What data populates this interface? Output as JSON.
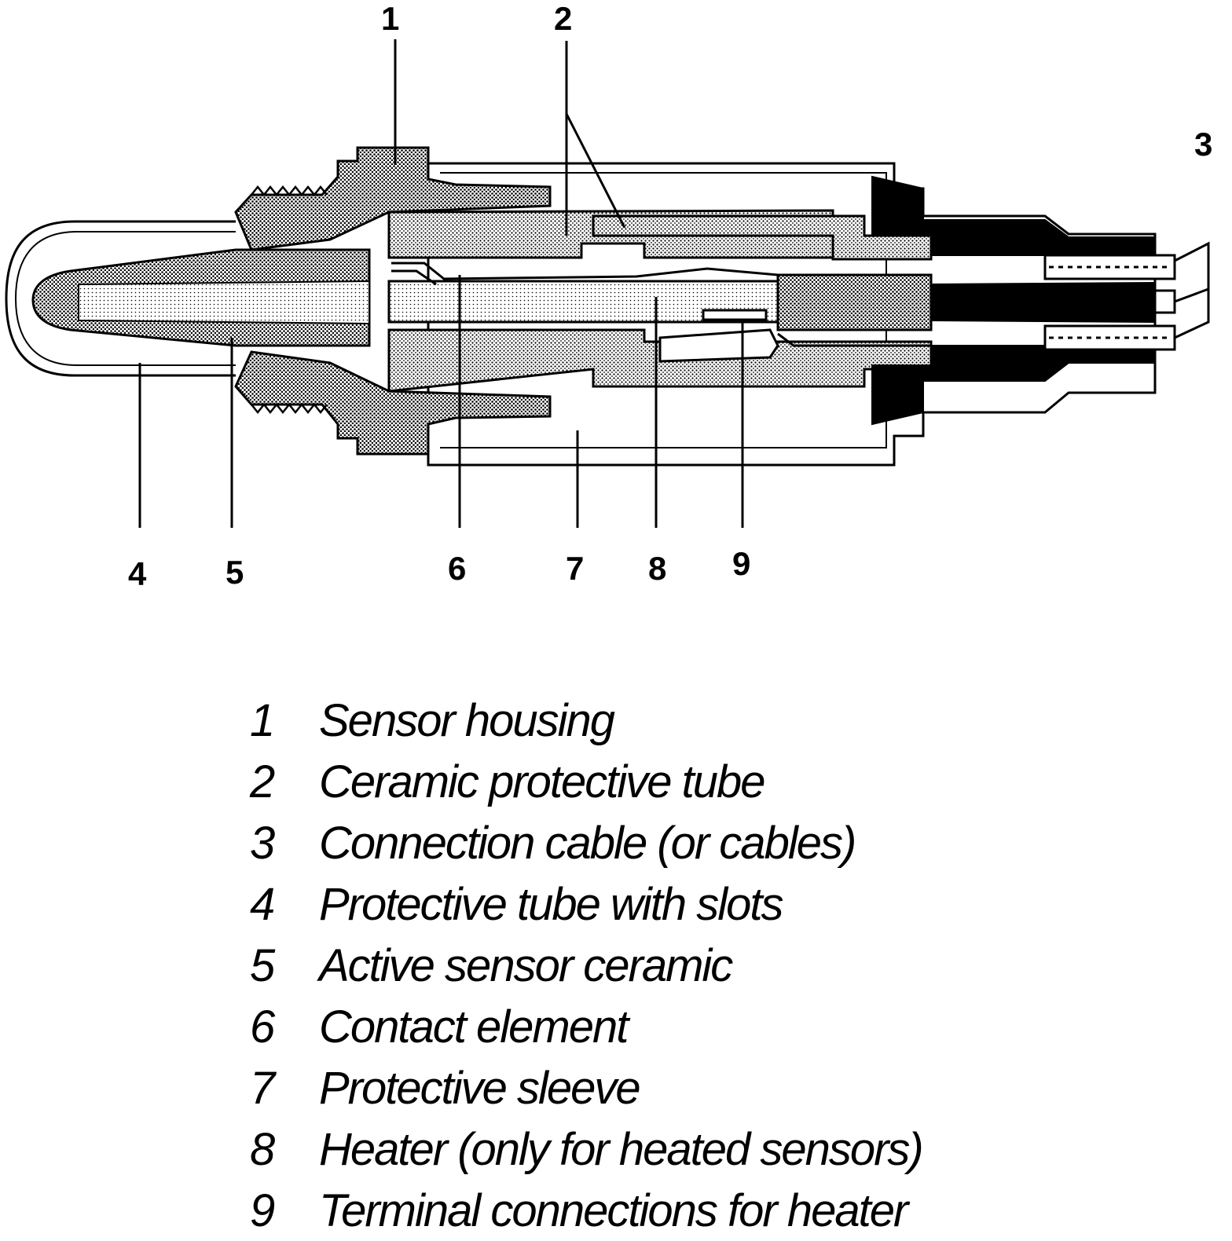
{
  "diagram": {
    "callouts": [
      {
        "id": "1",
        "label": "1"
      },
      {
        "id": "2",
        "label": "2"
      },
      {
        "id": "3",
        "label": "3"
      },
      {
        "id": "4",
        "label": "4"
      },
      {
        "id": "5",
        "label": "5"
      },
      {
        "id": "6",
        "label": "6"
      },
      {
        "id": "7",
        "label": "7"
      },
      {
        "id": "8",
        "label": "8"
      },
      {
        "id": "9",
        "label": "9"
      }
    ]
  },
  "legend": {
    "items": [
      {
        "num": "1",
        "text": "Sensor housing"
      },
      {
        "num": "2",
        "text": "Ceramic protective tube"
      },
      {
        "num": "3",
        "text": "Connection cable (or cables)"
      },
      {
        "num": "4",
        "text": "Protective tube with slots"
      },
      {
        "num": "5",
        "text": "Active sensor ceramic"
      },
      {
        "num": "6",
        "text": "Contact element"
      },
      {
        "num": "7",
        "text": "Protective sleeve"
      },
      {
        "num": "8",
        "text": "Heater (only for heated sensors)"
      },
      {
        "num": "9",
        "text": "Terminal connections for heater"
      }
    ]
  },
  "colors": {
    "ink": "#000000",
    "paper": "#ffffff",
    "stipple_dark": "#6a6a6a",
    "stipple_medium": "#9a9a9a",
    "stipple_light": "#cfcfcf"
  }
}
